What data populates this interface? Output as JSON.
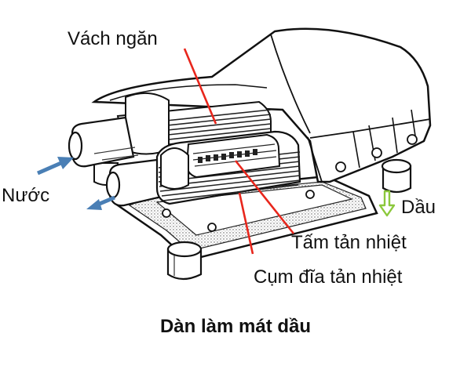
{
  "labels": {
    "partition": "Vách ngăn",
    "water": "Nước",
    "oil": "Dầu",
    "cooling_plate": "Tấm tản nhiệt",
    "plate_stack": "Cụm đĩa tản nhiệt"
  },
  "caption": "Dàn làm mát dầu",
  "colors": {
    "leader_line": "#e8261c",
    "water_arrow": "#4a7fb5",
    "oil_arrow": "#8cc83c",
    "outline": "#111111",
    "text": "#111111"
  }
}
